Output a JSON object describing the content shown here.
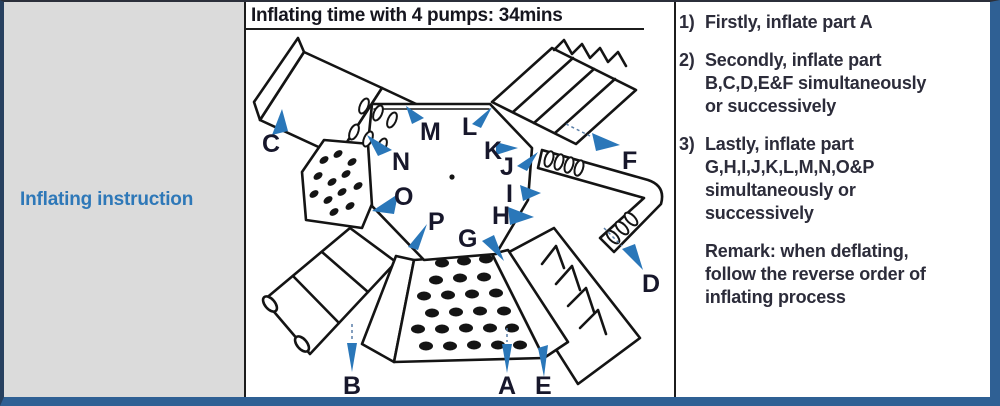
{
  "left_panel": {
    "title": "Inflating instruction"
  },
  "header": {
    "title": "Inflating time with 4 pumps: 34mins"
  },
  "instructions": {
    "item1": {
      "num": "1)",
      "line1": "Firstly, inflate part A"
    },
    "item2": {
      "num": "2)",
      "line1": "Secondly, inflate part",
      "line2": "B,C,D,E&F simultaneously",
      "line3": "or successively"
    },
    "item3": {
      "num": "3)",
      "line1": "Lastly, inflate part",
      "line2": "G,H,I,J,K,L,M,N,O&P",
      "line3": "simultaneously or",
      "line4": "successively"
    },
    "remark": {
      "line1": "Remark: when deflating,",
      "line2": "follow the reverse order of",
      "line3": "inflating process"
    }
  },
  "diagram": {
    "labels": [
      {
        "id": "A"
      },
      {
        "id": "B"
      },
      {
        "id": "C"
      },
      {
        "id": "D"
      },
      {
        "id": "E"
      },
      {
        "id": "F"
      },
      {
        "id": "G"
      },
      {
        "id": "H"
      },
      {
        "id": "I"
      },
      {
        "id": "J"
      },
      {
        "id": "K"
      },
      {
        "id": "L"
      },
      {
        "id": "M"
      },
      {
        "id": "N"
      },
      {
        "id": "O"
      },
      {
        "id": "P"
      }
    ]
  },
  "colors": {
    "panel_gray": "#dbdbdb",
    "panel_title_blue": "#2e78b8",
    "arrow_blue": "#2a77b9",
    "frame_navy": "#2f6094",
    "line_black": "#141414",
    "text_dark": "#2c2c3a"
  }
}
